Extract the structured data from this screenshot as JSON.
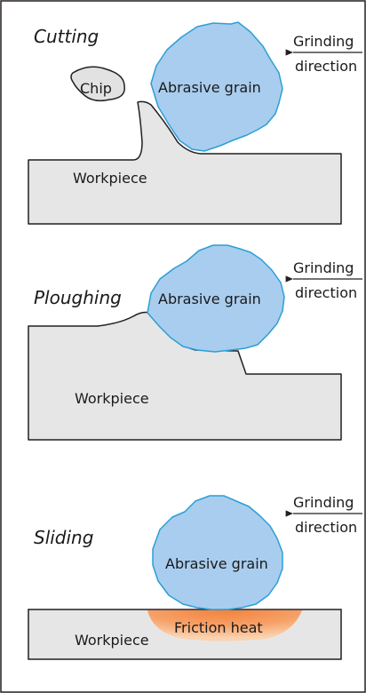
{
  "colors": {
    "workpiece_fill": "#e6e6e7",
    "grain_fill": "#a9cdee",
    "grain_stroke": "#2a9fd6",
    "chip_fill": "#e2e2e2",
    "heat_inner": "#f4823c",
    "heat_outer": "#fbd3b0",
    "outline": "#231f20"
  },
  "panels": [
    {
      "title": "Cutting",
      "grain_label": "Abrasive grain",
      "workpiece_label": "Workpiece",
      "chip_label": "Chip",
      "direction_label_line1": "Grinding",
      "direction_label_line2": "direction"
    },
    {
      "title": "Ploughing",
      "grain_label": "Abrasive grain",
      "workpiece_label": "Workpiece",
      "direction_label_line1": "Grinding",
      "direction_label_line2": "direction"
    },
    {
      "title": "Sliding",
      "grain_label": "Abrasive grain",
      "workpiece_label": "Workpiece",
      "heat_label": "Friction heat",
      "direction_label_line1": "Grinding",
      "direction_label_line2": "direction"
    }
  ]
}
